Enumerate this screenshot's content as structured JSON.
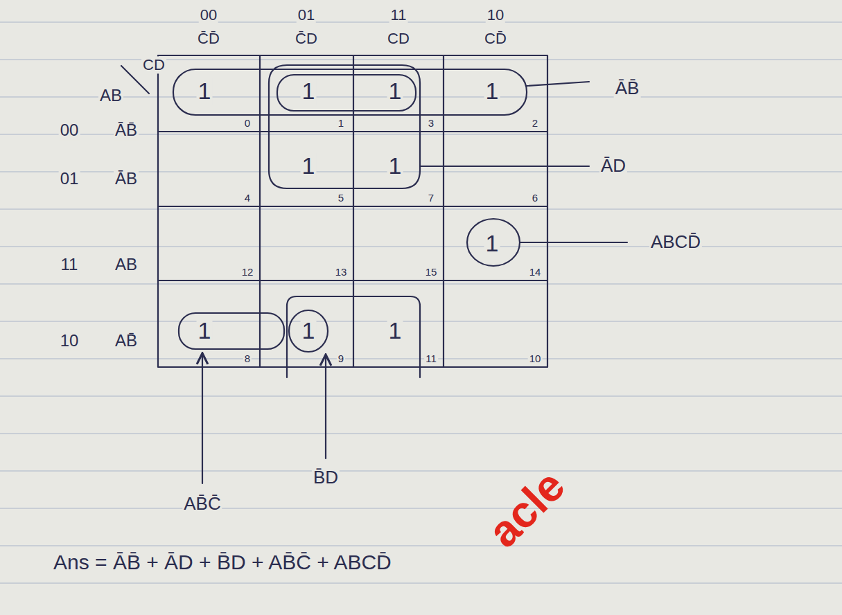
{
  "diagram": {
    "labels": [
      "00",
      "01",
      "11",
      "10",
      "C̄D̄",
      "C̄D",
      "CD",
      "CD̄",
      "AB",
      "CD",
      "00",
      "ĀB̄",
      "01",
      "ĀB",
      "11",
      "AB",
      "10",
      "AB̄",
      "1",
      "1",
      "1",
      "1",
      "1",
      "1",
      "1",
      "1",
      "1",
      "1",
      "0",
      "1",
      "3",
      "2",
      "4",
      "5",
      "7",
      "6",
      "12",
      "13",
      "15",
      "14",
      "8",
      "9",
      "11",
      "10",
      "ĀB̄",
      "ĀD",
      "ABCD̄",
      "AB̄C̄",
      "B̄D",
      "Ans = ĀB̄ + ĀD + B̄D + AB̄C̄ + ABCD̄",
      "acle"
    ]
  }
}
